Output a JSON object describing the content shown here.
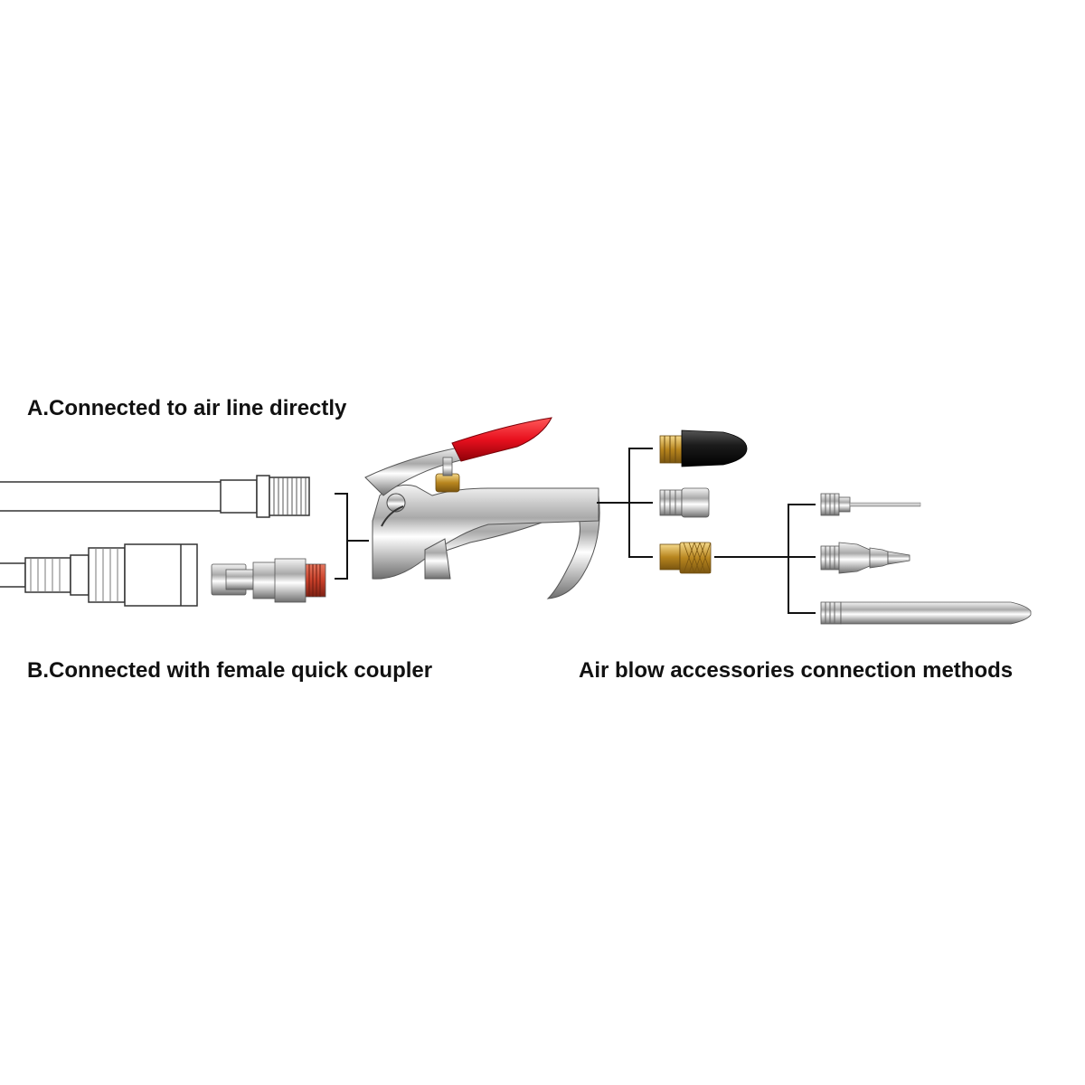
{
  "captions": {
    "a": "A.Connected to air line directly",
    "b": "B.Connected with female quick coupler",
    "accessories": "Air blow accessories connection methods"
  },
  "colors": {
    "background": "#ffffff",
    "text": "#111111",
    "lever_red": "#e8101e",
    "chrome": "#c8c8c8",
    "brass": "#c99a2e",
    "rubber_black": "#1c1c1c",
    "thread_red": "#c9402a",
    "line": "#111111"
  },
  "parts": [
    "air-line-pipe",
    "female-quick-coupler",
    "male-plug",
    "blow-gun",
    "rubber-tip-nozzle",
    "chrome-adapter",
    "brass-adapter",
    "needle-nozzle",
    "tapered-nozzle",
    "extension-tube"
  ]
}
